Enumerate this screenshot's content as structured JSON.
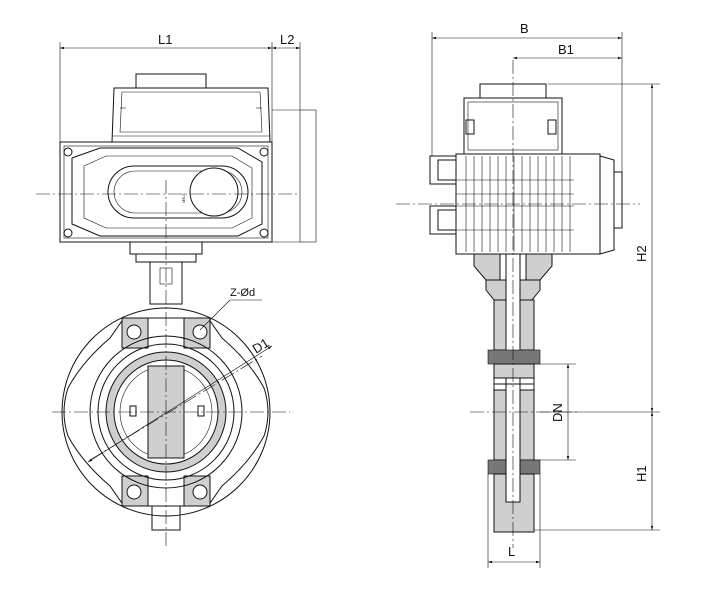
{
  "front_view": {
    "dimensions": {
      "L1": "L1",
      "L2": "L2",
      "bolt_holes": "Z-Ød",
      "D1": "D1"
    },
    "nameplate_text": "MB-5"
  },
  "side_view": {
    "dimensions": {
      "B": "B",
      "B1": "B1",
      "H2": "H2",
      "H1": "H1",
      "DN": "DN",
      "L": "L"
    }
  }
}
